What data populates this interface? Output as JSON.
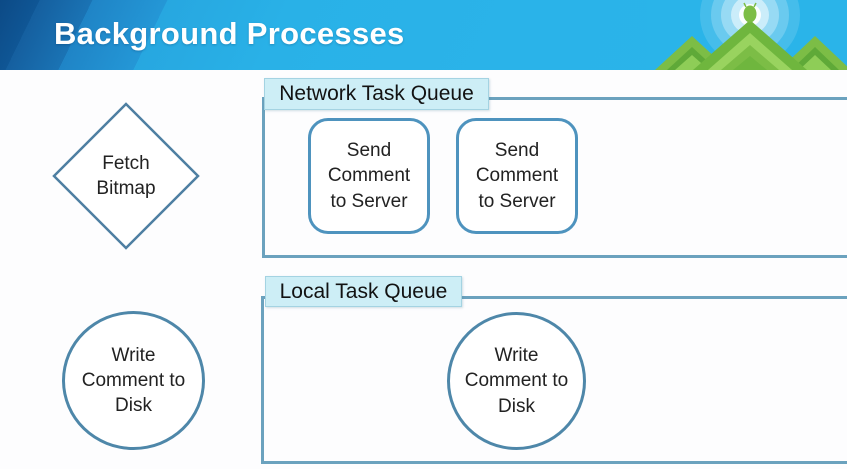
{
  "slide": {
    "title": "Background Processes"
  },
  "logo": {
    "name": "mountain-android-logo"
  },
  "colors": {
    "header_blue": "#2AB4E9",
    "header_dark_blue": "#0C4A86",
    "queue_label_bg": "#CDEEF6",
    "container_border": "#6BA2BE",
    "task_border": "#4E93BE",
    "circle_border": "#4E87A9",
    "diamond_border": "#4E7FA2",
    "text": "#1E1E1E",
    "mountain_green_dark": "#69B23C",
    "mountain_green_light": "#9AD45F"
  },
  "diagram": {
    "fetch_bitmap": {
      "label": "Fetch\nBitmap"
    },
    "write_comment_left": {
      "label": "Write\nComment to\nDisk"
    },
    "network_queue": {
      "label": "Network Task Queue",
      "tasks": [
        {
          "label": "Send\nComment\nto Server"
        },
        {
          "label": "Send\nComment\nto Server"
        }
      ]
    },
    "local_queue": {
      "label": "Local Task Queue",
      "tasks": [
        {
          "label": "Write\nComment to\nDisk"
        }
      ]
    }
  }
}
